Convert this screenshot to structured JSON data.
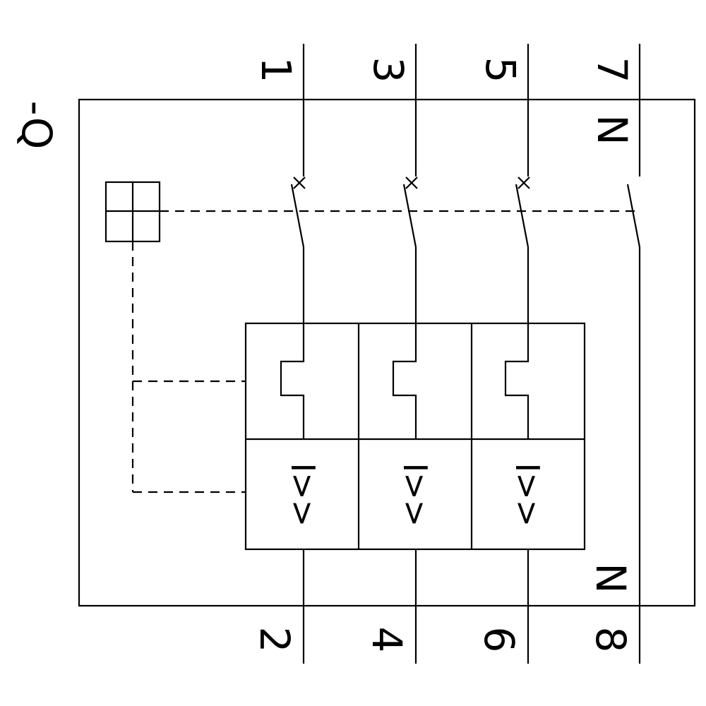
{
  "diagram": {
    "designator": "-Q",
    "top_terminals": [
      "1",
      "3",
      "5",
      "7"
    ],
    "top_neutral_label": "N",
    "bottom_terminals": [
      "2",
      "4",
      "6",
      "8"
    ],
    "bottom_neutral_label": "N",
    "magnetic_trip_labels": [
      "I>>",
      "I>>",
      "I>>"
    ],
    "colors": {
      "line": "#000000",
      "background": "#ffffff"
    }
  }
}
